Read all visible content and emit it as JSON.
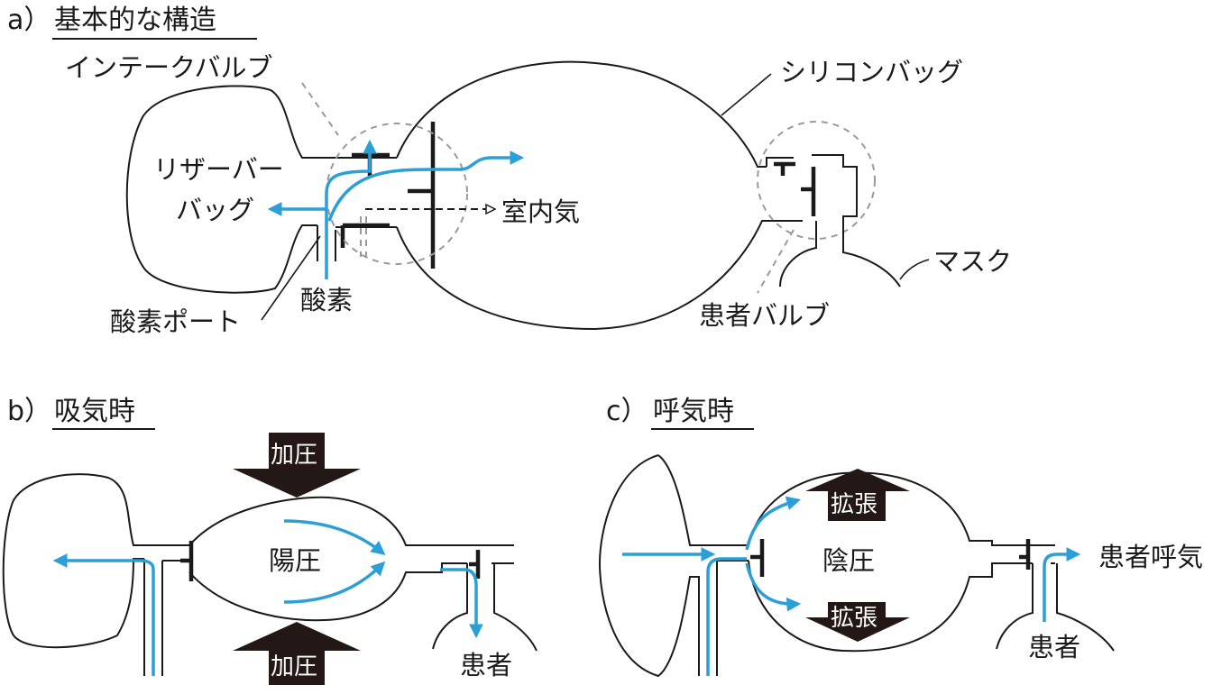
{
  "sections": {
    "a": {
      "letter": "a）",
      "title": "基本的な構造"
    },
    "b": {
      "letter": "b）",
      "title": "吸気時"
    },
    "c": {
      "letter": "c）",
      "title": "呼気時"
    }
  },
  "labels_a": {
    "intake_valve": "インテークバルブ",
    "silicon_bag": "シリコンバッグ",
    "reservoir_line1": "リザーバー",
    "reservoir_line2": "バッグ",
    "room_air": "室内気",
    "oxygen": "酸素",
    "oxygen_port": "酸素ポート",
    "patient_valve": "患者バルブ",
    "mask": "マスク"
  },
  "labels_b": {
    "pressure_top": "加圧",
    "positive_pressure": "陽圧",
    "pressure_bottom": "加圧",
    "patient": "患者"
  },
  "labels_c": {
    "expand_top": "拡張",
    "negative_pressure": "陰圧",
    "expand_bottom": "拡張",
    "patient_exhale": "患者呼気",
    "patient": "患者"
  },
  "colors": {
    "outline": "#1a1a1a",
    "flow": "#2b9fd6",
    "dashed": "#999999",
    "arrow_fill": "#231815"
  }
}
